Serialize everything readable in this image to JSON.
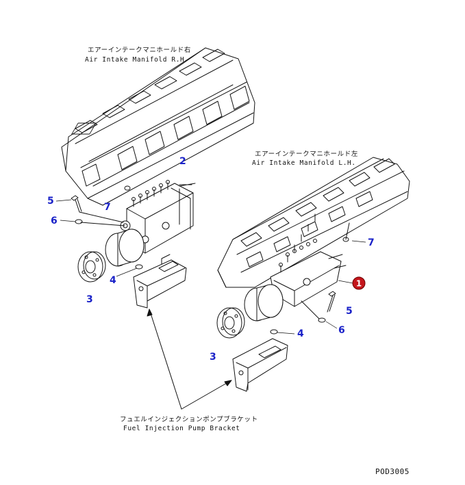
{
  "captions": {
    "manifold_rh_jp": "エアーインテークマニホールド右",
    "manifold_rh_en": "Air Intake Manifold R.H.",
    "manifold_lh_jp": "エアーインテークマニホールド左",
    "manifold_lh_en": "Air Intake Manifold L.H.",
    "bracket_jp": "フュエルインジェクションポンプブラケット",
    "bracket_en": "Fuel Injection Pump Bracket"
  },
  "callouts": {
    "left_2": "2",
    "left_5": "5",
    "left_6": "6",
    "left_7": "7",
    "left_4": "4",
    "left_3": "3",
    "right_7": "7",
    "right_1": "1",
    "right_5": "5",
    "right_6": "6",
    "right_4": "4",
    "right_3": "3"
  },
  "drawing_code": "POD3005",
  "colors": {
    "callout_number": "#1a22c8",
    "badge_fill": "#c4161c",
    "line": "#111111"
  }
}
